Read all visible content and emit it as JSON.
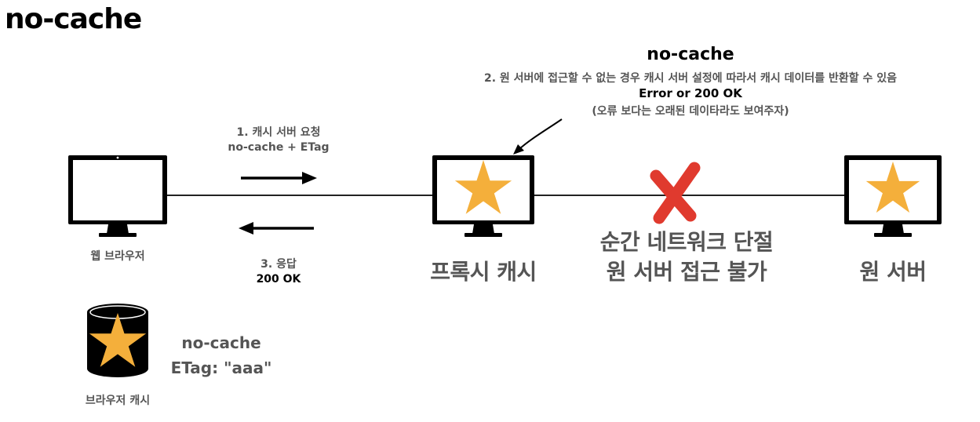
{
  "title": "no-cache",
  "annotation": {
    "title": "no-cache",
    "line1": "2. 원 서버에 접근할 수 없는 경우 캐시 서버 설정에 따라서 캐시 데이터를 반환할 수 있음",
    "line2": "Error or 200 OK",
    "line3": "(오류 보다는 오래된 데이타라도 보여주자)"
  },
  "request": {
    "line1": "1. 캐시 서버 요청",
    "line2": "no-cache + ETag"
  },
  "response": {
    "line1": "3. 응답",
    "line2": "200 OK"
  },
  "nodes": {
    "browser": "웹 브라우저",
    "proxy": "프록시 캐시",
    "origin": "원 서버"
  },
  "failure": {
    "line1": "순간 네트워크 단절",
    "line2": "원 서버 접근 불가"
  },
  "browser_cache": {
    "label": "브라우저 캐시",
    "line1": "no-cache",
    "line2": "ETag: \"aaa\""
  },
  "colors": {
    "star": "#F4AF3B",
    "cross": "#E03A2E",
    "monitor": "#000000"
  }
}
